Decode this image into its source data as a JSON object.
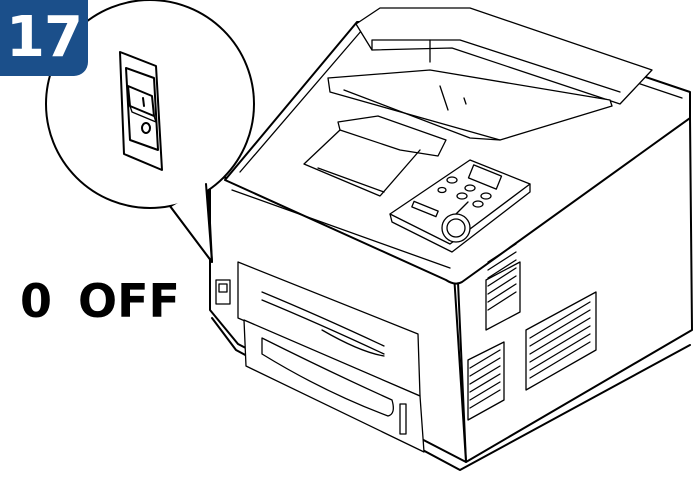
{
  "step": {
    "number": "17",
    "badge_color": "#1b4f8a"
  },
  "callout": {
    "switch_off_symbol": "0",
    "switch_off_text": "OFF"
  },
  "illustration": {
    "subject": "printer-with-power-switch-zoom",
    "switch_glyph_on": "I",
    "switch_glyph_off": "O"
  }
}
